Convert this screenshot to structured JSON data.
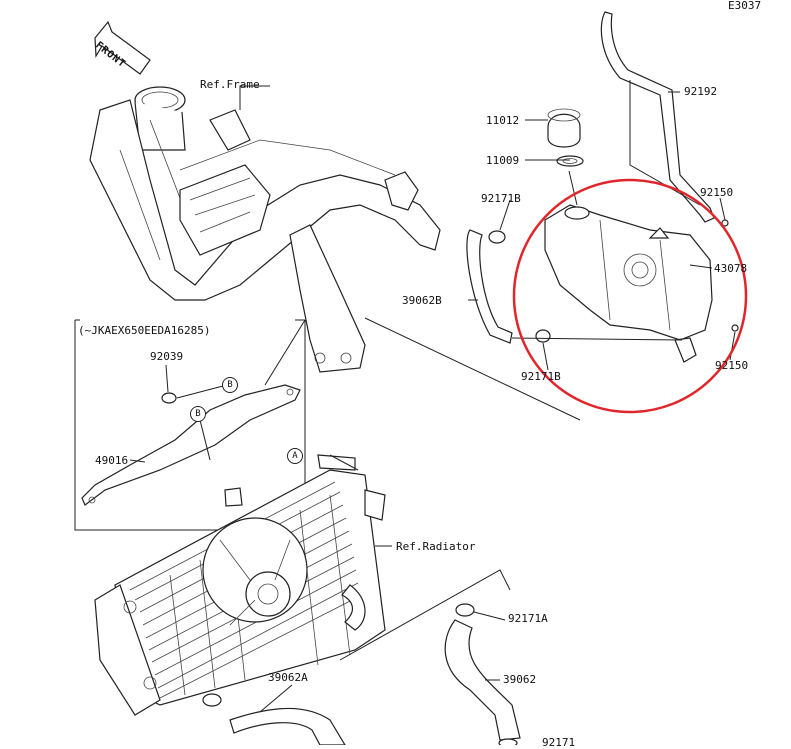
{
  "code": "E3037",
  "front": "FRONT",
  "labels": {
    "ref_frame": "Ref.Frame",
    "ref_radiator": "Ref.Radiator",
    "p92192": "92192",
    "p11012": "11012",
    "p11009": "11009",
    "p92171b_top": "92171B",
    "p92150_top": "92150",
    "p43078": "43078",
    "p39062b": "39062B",
    "p92171b_bot": "92171B",
    "p92150_bot": "92150",
    "p92039": "92039",
    "p49016": "49016",
    "p39062a": "39062A",
    "p92171a": "92171A",
    "p39062": "39062",
    "p92171_cut": "92171"
  },
  "inset": {
    "title": "(~JKAEX650EEDA16285)"
  },
  "callouts": {
    "a": "A",
    "b1": "B",
    "b2": "B"
  },
  "highlight": {
    "color": "#e0262b"
  }
}
